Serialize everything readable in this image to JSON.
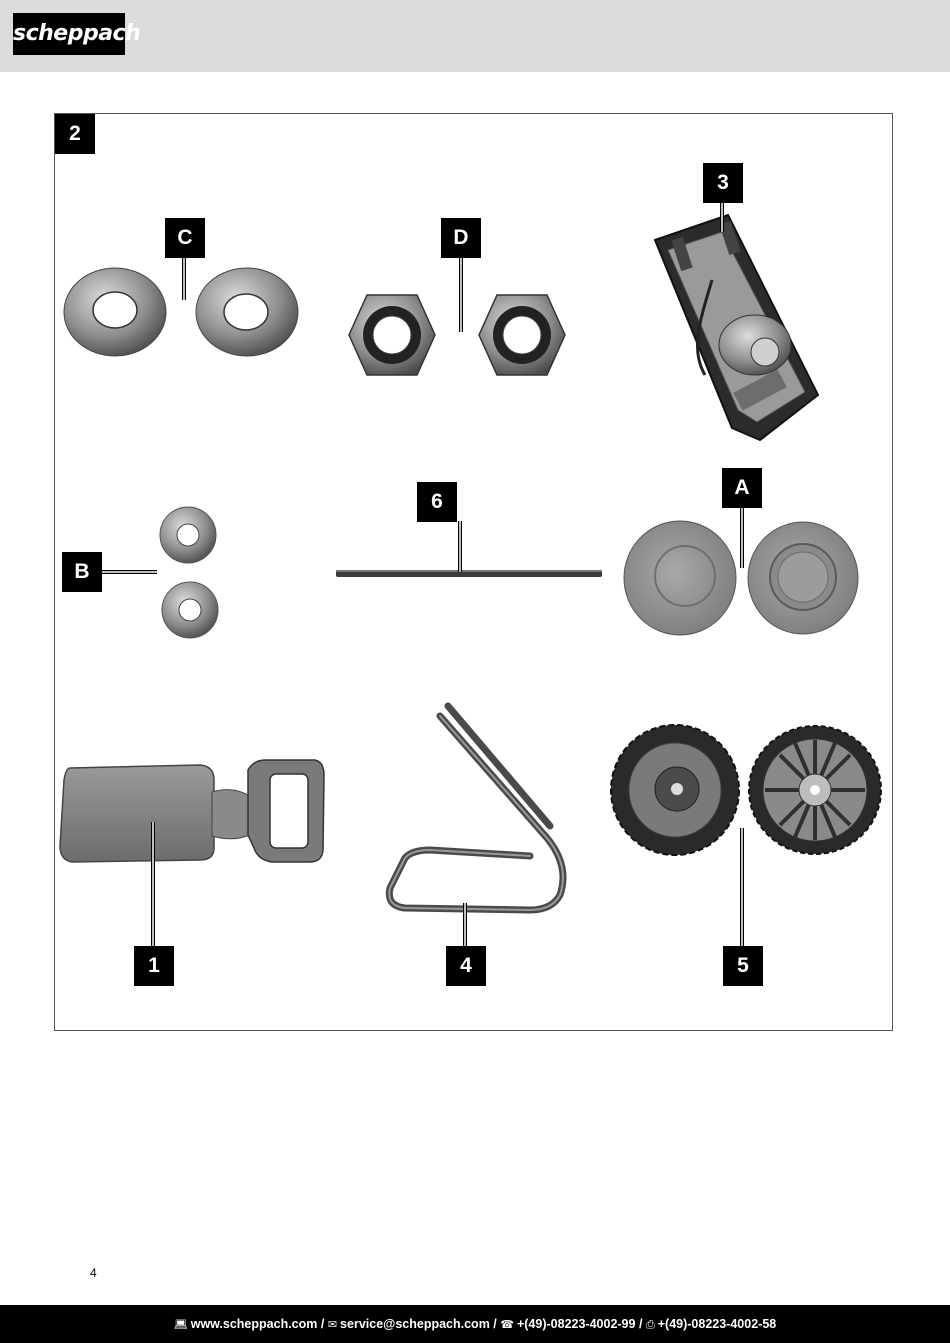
{
  "header": {
    "brand": "scheppach"
  },
  "figure": {
    "number": "2",
    "labels": {
      "c": "C",
      "d": "D",
      "three": "3",
      "six": "6",
      "a": "A",
      "b": "B",
      "one": "1",
      "four": "4",
      "five": "5"
    }
  },
  "page_number": "4",
  "footer": {
    "website": "www.scheppach.com",
    "separator": "/",
    "email": "service@scheppach.com",
    "phone": "+(49)-08223-4002-99",
    "fax": "+(49)-08223-4002-58",
    "icons": [
      "computer-icon",
      "mail-icon",
      "phone-icon",
      "fax-icon"
    ]
  }
}
